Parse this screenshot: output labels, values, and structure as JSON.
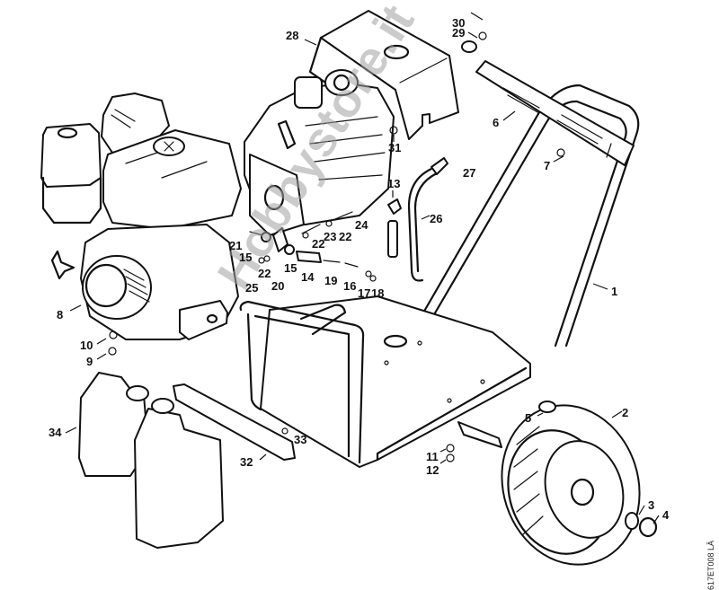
{
  "diagram": {
    "type": "exploded-parts-diagram",
    "subject": "Pressure washer on wheeled frame with engine and pump",
    "drawing_code": "617ET008 LÄ",
    "watermark": "Hobbystore.it"
  },
  "parts": [
    {
      "id": "1",
      "label": "1",
      "depicts": "frame-handle"
    },
    {
      "id": "2",
      "label": "2",
      "depicts": "wheel"
    },
    {
      "id": "3",
      "label": "3",
      "depicts": "washer"
    },
    {
      "id": "4",
      "label": "4",
      "depicts": "retaining-ring"
    },
    {
      "id": "5",
      "label": "5",
      "depicts": "rubber-foot"
    },
    {
      "id": "6",
      "label": "6",
      "depicts": "handle-grip"
    },
    {
      "id": "7",
      "label": "7",
      "depicts": "screw"
    },
    {
      "id": "8",
      "label": "8",
      "depicts": "engine"
    },
    {
      "id": "9",
      "label": "9",
      "depicts": "washer"
    },
    {
      "id": "10",
      "label": "10",
      "depicts": "bolt"
    },
    {
      "id": "11",
      "label": "11",
      "depicts": "nut"
    },
    {
      "id": "12",
      "label": "12",
      "depicts": "nut"
    },
    {
      "id": "13",
      "label": "13",
      "depicts": "elbow-fitting"
    },
    {
      "id": "14",
      "label": "14",
      "depicts": "coupling-sleeve"
    },
    {
      "id": "15",
      "label": "15",
      "depicts": "spacer"
    },
    {
      "id": "16",
      "label": "16",
      "depicts": "fitting"
    },
    {
      "id": "17",
      "label": "17",
      "depicts": "clip"
    },
    {
      "id": "18",
      "label": "18",
      "depicts": "nut"
    },
    {
      "id": "19",
      "label": "19",
      "depicts": "spring"
    },
    {
      "id": "20",
      "label": "20",
      "depicts": "bracket"
    },
    {
      "id": "21",
      "label": "21",
      "depicts": "stud"
    },
    {
      "id": "22",
      "label": "22",
      "depicts": "washer"
    },
    {
      "id": "23",
      "label": "23",
      "depicts": "screw"
    },
    {
      "id": "24",
      "label": "24",
      "depicts": "screw"
    },
    {
      "id": "25",
      "label": "25",
      "depicts": "nut"
    },
    {
      "id": "26",
      "label": "26",
      "depicts": "hose"
    },
    {
      "id": "27",
      "label": "27",
      "depicts": "hose-clip"
    },
    {
      "id": "28",
      "label": "28",
      "depicts": "pump-cover"
    },
    {
      "id": "29",
      "label": "29",
      "depicts": "cable-clamp"
    },
    {
      "id": "30",
      "label": "30",
      "depicts": "screw"
    },
    {
      "id": "31",
      "label": "31",
      "depicts": "nut"
    },
    {
      "id": "32",
      "label": "32",
      "depicts": "rail"
    },
    {
      "id": "33",
      "label": "33",
      "depicts": "screw"
    },
    {
      "id": "34",
      "label": "34",
      "depicts": "canisters"
    }
  ]
}
